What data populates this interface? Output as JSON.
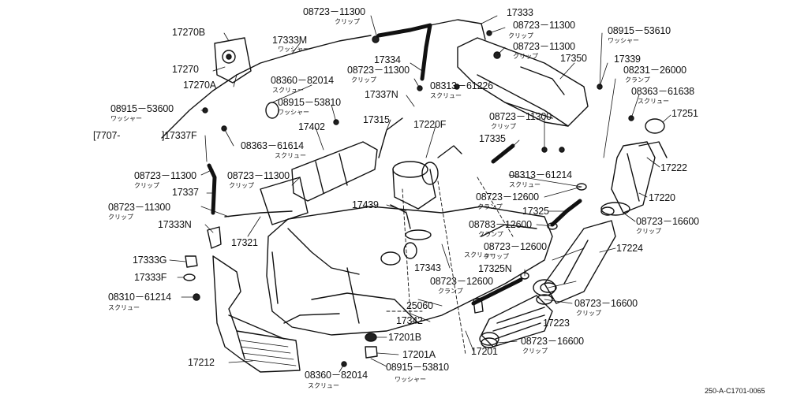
{
  "labels": [
    {
      "id": "l1",
      "text": "08723－11300"
    },
    {
      "id": "l2",
      "text": "17333"
    },
    {
      "id": "l3",
      "text": "08723－11300"
    },
    {
      "id": "l4",
      "text": "08915－53610"
    },
    {
      "id": "l5",
      "text": "17270B"
    },
    {
      "id": "l6",
      "text": "17333M"
    },
    {
      "id": "l7",
      "text": "08723－11300"
    },
    {
      "id": "l8",
      "text": "17350"
    },
    {
      "id": "l9",
      "text": "17270"
    },
    {
      "id": "l10",
      "text": "17334"
    },
    {
      "id": "l11",
      "text": "17339"
    },
    {
      "id": "l12",
      "text": "17270A"
    },
    {
      "id": "l13",
      "text": "08723－11300"
    },
    {
      "id": "l14",
      "text": "08231－26000"
    },
    {
      "id": "l15",
      "text": "08360－82014"
    },
    {
      "id": "l16",
      "text": "08313－61226"
    },
    {
      "id": "l17",
      "text": "08363－61638"
    },
    {
      "id": "l18",
      "text": "08915－53810"
    },
    {
      "id": "l19",
      "text": "17337N"
    },
    {
      "id": "l20",
      "text": "08915－53600"
    },
    {
      "id": "l21",
      "text": "17251"
    },
    {
      "id": "l22",
      "text": "17315"
    },
    {
      "id": "l23",
      "text": "17220F"
    },
    {
      "id": "l24",
      "text": "08723－11300"
    },
    {
      "id": "l25",
      "text": "17402"
    },
    {
      "id": "l26",
      "text": "[7707-"
    },
    {
      "id": "l27",
      "text": "]17337F"
    },
    {
      "id": "l28",
      "text": "08363－61614"
    },
    {
      "id": "l29",
      "text": "17335"
    },
    {
      "id": "l30",
      "text": "17222"
    },
    {
      "id": "l31",
      "text": "08723－11300"
    },
    {
      "id": "l32",
      "text": "08723－11300"
    },
    {
      "id": "l33",
      "text": "08313－61214"
    },
    {
      "id": "l34",
      "text": "17220"
    },
    {
      "id": "l35",
      "text": "17337"
    },
    {
      "id": "l36",
      "text": "08723－12600"
    },
    {
      "id": "l37",
      "text": "08723－11300"
    },
    {
      "id": "l38",
      "text": "17439"
    },
    {
      "id": "l39",
      "text": "17325"
    },
    {
      "id": "l40",
      "text": "08723－16600"
    },
    {
      "id": "l41",
      "text": "17333N"
    },
    {
      "id": "l42",
      "text": "08783－12600"
    },
    {
      "id": "l43",
      "text": "17321"
    },
    {
      "id": "l44",
      "text": "17224"
    },
    {
      "id": "l45",
      "text": "08723－12600"
    },
    {
      "id": "l46",
      "text": "17333G"
    },
    {
      "id": "l47",
      "text": "17343"
    },
    {
      "id": "l48",
      "text": "17325N"
    },
    {
      "id": "l49",
      "text": "17333F"
    },
    {
      "id": "l50",
      "text": "08723－12600"
    },
    {
      "id": "l51",
      "text": "08310－61214"
    },
    {
      "id": "l52",
      "text": "25060"
    },
    {
      "id": "l53",
      "text": "08723－16600"
    },
    {
      "id": "l54",
      "text": "17342"
    },
    {
      "id": "l55",
      "text": "17223"
    },
    {
      "id": "l56",
      "text": "17201B"
    },
    {
      "id": "l57",
      "text": "08723－16600"
    },
    {
      "id": "l58",
      "text": "17201A"
    },
    {
      "id": "l59",
      "text": "17201"
    },
    {
      "id": "l60",
      "text": "17212"
    },
    {
      "id": "l61",
      "text": "08360－82014"
    },
    {
      "id": "l62",
      "text": "08915－53810"
    }
  ],
  "sublabels": [
    {
      "id": "s1",
      "text": "クリップ"
    },
    {
      "id": "s2",
      "text": "クリップ"
    },
    {
      "id": "s3",
      "text": "ワッシャー"
    },
    {
      "id": "s4",
      "text": "クリップ"
    },
    {
      "id": "s5",
      "text": "ワッシャー"
    },
    {
      "id": "s6",
      "text": "クリップ"
    },
    {
      "id": "s7",
      "text": "クランプ"
    },
    {
      "id": "s8",
      "text": "スクリュー"
    },
    {
      "id": "s9",
      "text": "スクリュー"
    },
    {
      "id": "s10",
      "text": "スクリュー"
    },
    {
      "id": "s11",
      "text": "ワッシャー"
    },
    {
      "id": "s12",
      "text": "ワッシャー"
    },
    {
      "id": "s13",
      "text": "クリップ"
    },
    {
      "id": "s14",
      "text": "スクリュー"
    },
    {
      "id": "s15",
      "text": "クリップ"
    },
    {
      "id": "s16",
      "text": "クリップ"
    },
    {
      "id": "s17",
      "text": "スクリュー"
    },
    {
      "id": "s18",
      "text": "クリップ"
    },
    {
      "id": "s19",
      "text": "クランプ"
    },
    {
      "id": "s20",
      "text": "クリップ"
    },
    {
      "id": "s21",
      "text": "クランプ"
    },
    {
      "id": "s22",
      "text": "クリップ"
    },
    {
      "id": "s23",
      "text": "スクリュー"
    },
    {
      "id": "s24",
      "text": "クランプ"
    },
    {
      "id": "s25",
      "text": "スクリュー"
    },
    {
      "id": "s26",
      "text": "クリップ"
    },
    {
      "id": "s27",
      "text": "クリップ"
    },
    {
      "id": "s28",
      "text": "スクリュー"
    },
    {
      "id": "s29",
      "text": "ワッシャー"
    }
  ],
  "reference": "250-A-C1701-0065"
}
